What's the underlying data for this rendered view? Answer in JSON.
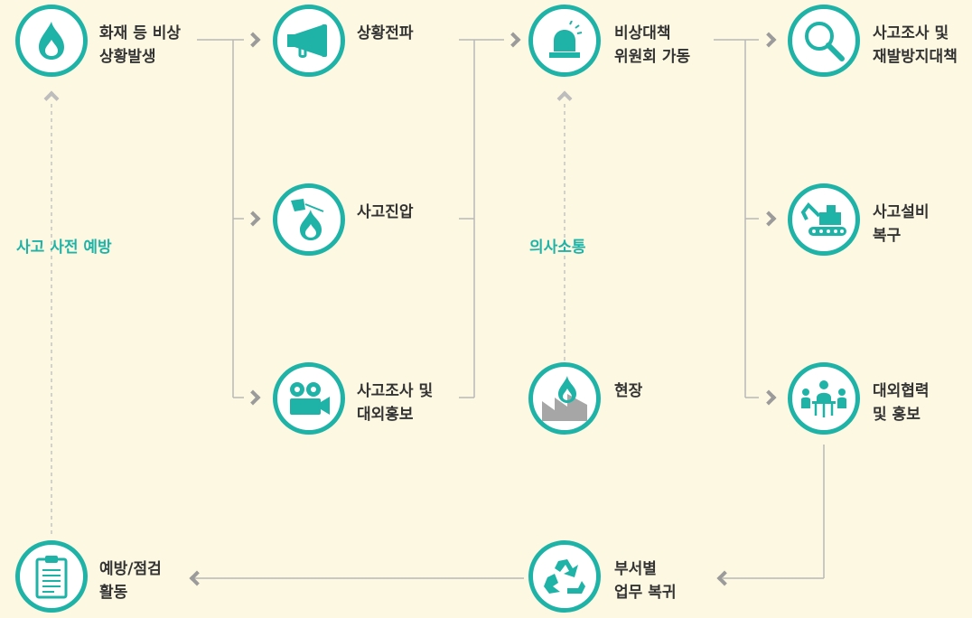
{
  "nodes": {
    "fire_emergency": {
      "line1": "화재 등 비상",
      "line2": "상황발생"
    },
    "situation_broadcast": {
      "line1": "상황전파"
    },
    "accident_suppression": {
      "line1": "사고진압"
    },
    "investigation_pr": {
      "line1": "사고조사 및",
      "line2": "대외홍보"
    },
    "emergency_committee": {
      "line1": "비상대책",
      "line2": "위원회 가동"
    },
    "site": {
      "line1": "현장"
    },
    "investigation_prevention": {
      "line1": "사고조사 및",
      "line2": "재발방지대책"
    },
    "equipment_recovery": {
      "line1": "사고설비",
      "line2": "복구"
    },
    "cooperation_pr": {
      "line1": "대외협력",
      "line2": "및 홍보"
    },
    "department_recovery": {
      "line1": "부서별",
      "line2": "업무 복귀"
    },
    "prevention_inspection": {
      "line1": "예방/점검",
      "line2": "활동"
    }
  },
  "side_labels": {
    "prevention": "사고 사전 예방",
    "communication": "의사소통"
  },
  "colors": {
    "accent": "#1fb3a8",
    "connector": "#b0b0b0",
    "arrow": "#9b9b9b",
    "background": "#fdf8e1"
  }
}
